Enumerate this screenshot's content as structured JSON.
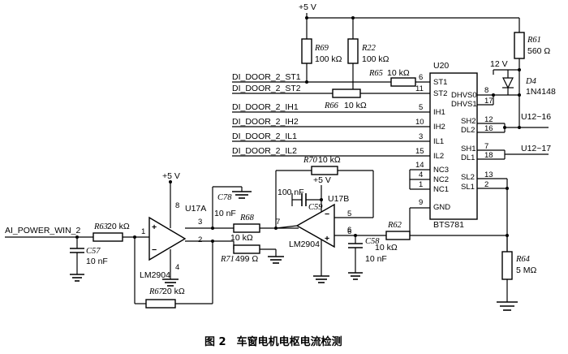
{
  "caption": "图 2　车窗电机电枢电流检测",
  "supply": {
    "vcc_top": "+5 V",
    "vcc_opamp1": "+5 V",
    "vcc_opamp2": "+5 V",
    "v12": "12 V"
  },
  "input": {
    "name": "AI_POWER_WIN_2"
  },
  "signals": [
    "DI_DOOR_2_ST1",
    "DI_DOOR_2_ST2",
    "DI_DOOR_2_IH1",
    "DI_DOOR_2_IH2",
    "DI_DOOR_2_IL1",
    "DI_DOOR_2_IL2"
  ],
  "outputs": {
    "out1": "U12~16",
    "out2": "U12~17"
  },
  "chip": {
    "ref": "U20",
    "part": "BTS781",
    "left_pins": [
      {
        "name": "ST1",
        "num": "6"
      },
      {
        "name": "ST2",
        "num": "11"
      },
      {
        "name": "IH1",
        "num": "5"
      },
      {
        "name": "IH2",
        "num": "10"
      },
      {
        "name": "IL1",
        "num": "3"
      },
      {
        "name": "IL2",
        "num": "15"
      },
      {
        "name": "NC3",
        "num": "14"
      },
      {
        "name": "NC2",
        "num": "4"
      },
      {
        "name": "NC1",
        "num": "1"
      },
      {
        "name": "GND",
        "num": "9"
      }
    ],
    "right_pins": [
      {
        "name": "DHVS0",
        "num": "8"
      },
      {
        "name": "DHVS1",
        "num": "17"
      },
      {
        "name": "SH2",
        "num": "12"
      },
      {
        "name": "DL2",
        "num": "16"
      },
      {
        "name": "SH1",
        "num": "7"
      },
      {
        "name": "DL1",
        "num": "18"
      },
      {
        "name": "SL2",
        "num": "13"
      },
      {
        "name": "SL1",
        "num": "2"
      }
    ]
  },
  "opamps": {
    "u17a": {
      "ref": "U17A",
      "part": "LM2904",
      "pin_out": "1",
      "pin_pos": "3",
      "pin_neg": "2",
      "pin_vcc": "8",
      "pin_gnd": "4"
    },
    "u17b": {
      "ref": "U17B",
      "part": "LM2904",
      "pin_out": "7",
      "pin_pos": "5",
      "pin_neg": "6"
    }
  },
  "components": {
    "r69": {
      "ref": "R69",
      "value": "100 kΩ"
    },
    "r22": {
      "ref": "R22",
      "value": "100 kΩ"
    },
    "r65": {
      "ref": "R65",
      "value": "10 kΩ"
    },
    "r66": {
      "ref": "R66",
      "value": "10 kΩ"
    },
    "r61": {
      "ref": "R61",
      "value": "560 Ω"
    },
    "d4": {
      "ref": "D4",
      "value": "1N4148"
    },
    "r63": {
      "ref": "R63",
      "value": "20 kΩ"
    },
    "c57": {
      "ref": "C57",
      "value": "10 nF"
    },
    "r67": {
      "ref": "R67",
      "value": "20 kΩ"
    },
    "c78": {
      "ref": "C78",
      "value": "10 nF"
    },
    "r68": {
      "ref": "R68",
      "value": "10 kΩ"
    },
    "r71": {
      "ref": "R71",
      "value": "499 Ω"
    },
    "r70": {
      "ref": "R70",
      "value": "10 kΩ"
    },
    "c59": {
      "ref": "C59",
      "value": "100 nF"
    },
    "r62": {
      "ref": "R62",
      "value": "10 kΩ"
    },
    "c58": {
      "ref": "C58",
      "value": "10 nF"
    },
    "r64": {
      "ref": "R64",
      "value": "5 MΩ"
    }
  }
}
